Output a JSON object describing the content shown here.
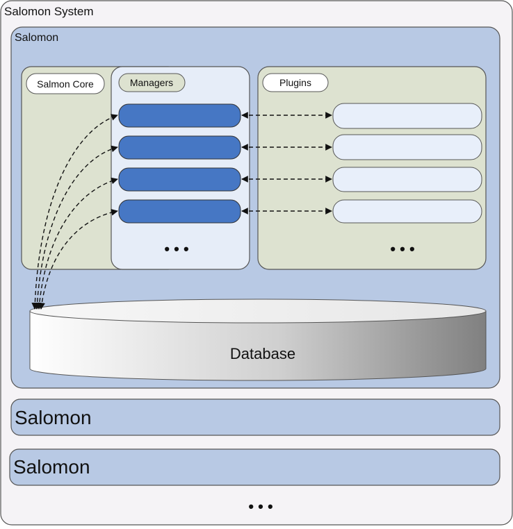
{
  "system": {
    "title": "Salomon System",
    "more": "• • •"
  },
  "instance": {
    "title": "Salomon",
    "core_label": "Salmon Core",
    "managers_label": "Managers",
    "plugins_label": "Plugins",
    "managers_more": "• • •",
    "plugins_more": "• • •",
    "database_label": "Database"
  },
  "collapsed": [
    {
      "title": "Salomon"
    },
    {
      "title": "Salomon"
    }
  ],
  "colors": {
    "system_bg": "#f5f3f6",
    "instance_bg": "#b8c9e4",
    "core_bg": "#dde2d0",
    "managers_bg": "#e6edf8",
    "manager_fill": "#4677c4",
    "plugin_fill": "#e8effa"
  }
}
